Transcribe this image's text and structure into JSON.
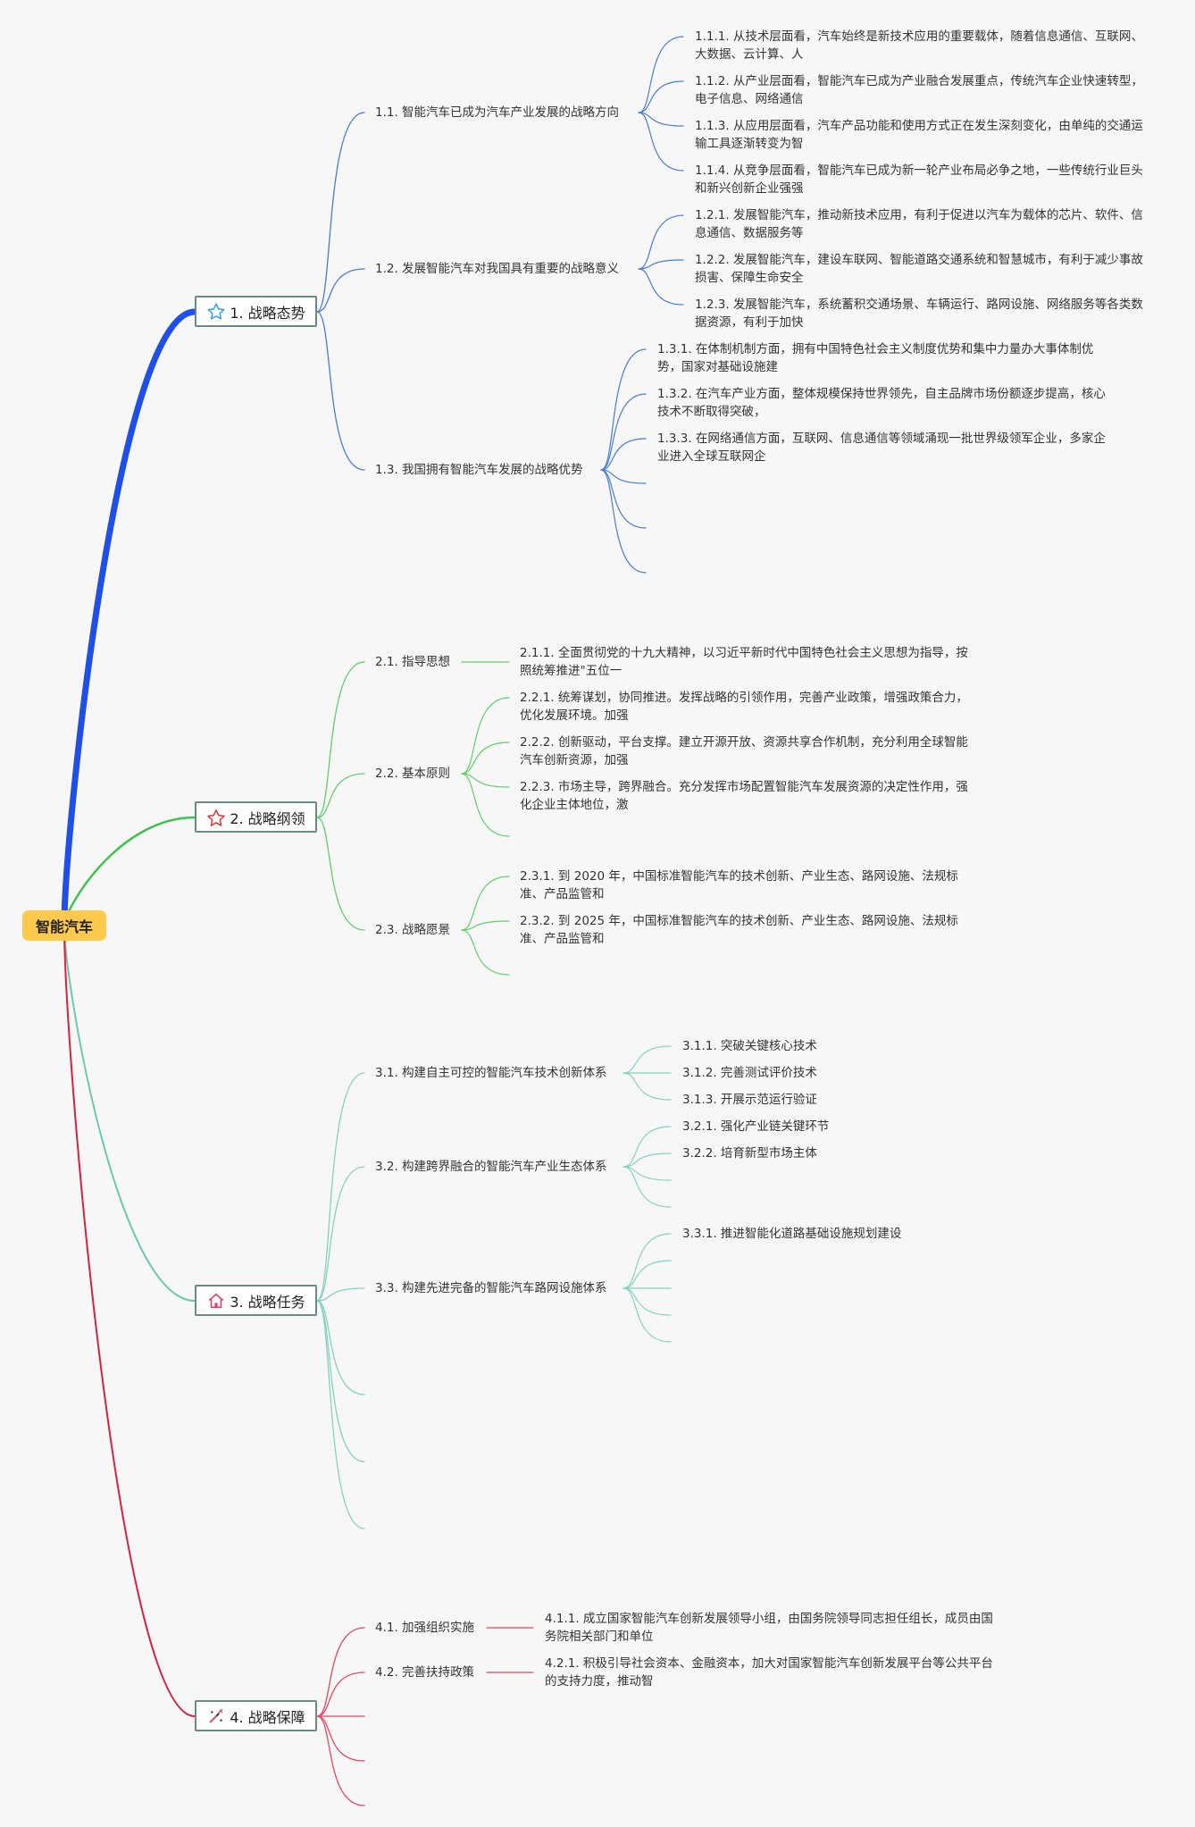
{
  "root": {
    "label": "智能汽车"
  },
  "cats": [
    {
      "label": "1. 战略态势",
      "icon": "star-outline-icon",
      "color": "#1f4fe6"
    },
    {
      "label": "2. 战略纲领",
      "icon": "star-red-icon",
      "color": "#3fc14f"
    },
    {
      "label": "3. 战略任务",
      "icon": "house-icon",
      "color": "#6cc8b0"
    },
    {
      "label": "4. 战略保障",
      "icon": "tools-icon",
      "color": "#d4233f"
    }
  ],
  "nodes": {
    "n11": "1.1. 智能汽车已成为汽车产业发展的战略方向",
    "n12": "1.2. 发展智能汽车对我国具有重要的战略意义",
    "n13": "1.3. 我国拥有智能汽车发展的战略优势",
    "n21": "2.1. 指导思想",
    "n22": "2.2. 基本原则",
    "n23": "2.3. 战略愿景",
    "n31": "3.1. 构建自主可控的智能汽车技术创新体系",
    "n32": "3.2. 构建跨界融合的智能汽车产业生态体系",
    "n33": "3.3. 构建先进完备的智能汽车路网设施体系",
    "n41": "4.1. 加强组织实施",
    "n42": "4.2. 完善扶持政策"
  },
  "leaves": {
    "l111": "1.1.1. 从技术层面看，汽车始终是新技术应用的重要载体，随着信息通信、互联网、大数据、云计算、人",
    "l112": "1.1.2. 从产业层面看，智能汽车已成为产业融合发展重点，传统汽车企业快速转型，电子信息、网络通信",
    "l113": "1.1.3. 从应用层面看，汽车产品功能和使用方式正在发生深刻变化，由单纯的交通运输工具逐渐转变为智",
    "l114": "1.1.4. 从竞争层面看，智能汽车已成为新一轮产业布局必争之地，一些传统行业巨头和新兴创新企业强强",
    "l121": "1.2.1. 发展智能汽车，推动新技术应用，有利于促进以汽车为载体的芯片、软件、信息通信、数据服务等",
    "l122": "1.2.2. 发展智能汽车，建设车联网、智能道路交通系统和智慧城市，有利于减少事故损害、保障生命安全",
    "l123": "1.2.3. 发展智能汽车，系统蓄积交通场景、车辆运行、路网设施、网络服务等各类数据资源，有利于加快",
    "l131": "1.3.1. 在体制机制方面，拥有中国特色社会主义制度优势和集中力量办大事体制优势，国家对基础设施建",
    "l132": "1.3.2. 在汽车产业方面，整体规模保持世界领先，自主品牌市场份额逐步提高，核心技术不断取得突破，",
    "l133": "1.3.3. 在网络通信方面，互联网、信息通信等领域涌现一批世界级领军企业，多家企业进入全球互联网企",
    "l211": "2.1.1. 全面贯彻党的十九大精神，以习近平新时代中国特色社会主义思想为指导，按照统筹推进\"五位一",
    "l221": "2.2.1. 统筹谋划，协同推进。发挥战略的引领作用，完善产业政策，增强政策合力，优化发展环境。加强",
    "l222": "2.2.2. 创新驱动，平台支撑。建立开源开放、资源共享合作机制，充分利用全球智能汽车创新资源，加强",
    "l223": "2.2.3. 市场主导，跨界融合。充分发挥市场配置智能汽车发展资源的决定性作用，强化企业主体地位，激",
    "l231": "2.3.1. 到 2020 年，中国标准智能汽车的技术创新、产业生态、路网设施、法规标准、产品监管和",
    "l232": "2.3.2. 到 2025 年，中国标准智能汽车的技术创新、产业生态、路网设施、法规标准、产品监管和",
    "l311": "3.1.1. 突破关键核心技术",
    "l312": "3.1.2. 完善测试评价技术",
    "l313": "3.1.3. 开展示范运行验证",
    "l321": "3.2.1. 强化产业链关键环节",
    "l322": "3.2.2. 培育新型市场主体",
    "l331": "3.3.1. 推进智能化道路基础设施规划建设",
    "l411": "4.1.1. 成立国家智能汽车创新发展领导小组，由国务院领导同志担任组长，成员由国务院相关部门和单位",
    "l421": "4.2.1. 积极引导社会资本、金融资本，加大对国家智能汽车创新发展平台等公共平台的支持力度，推动智"
  }
}
